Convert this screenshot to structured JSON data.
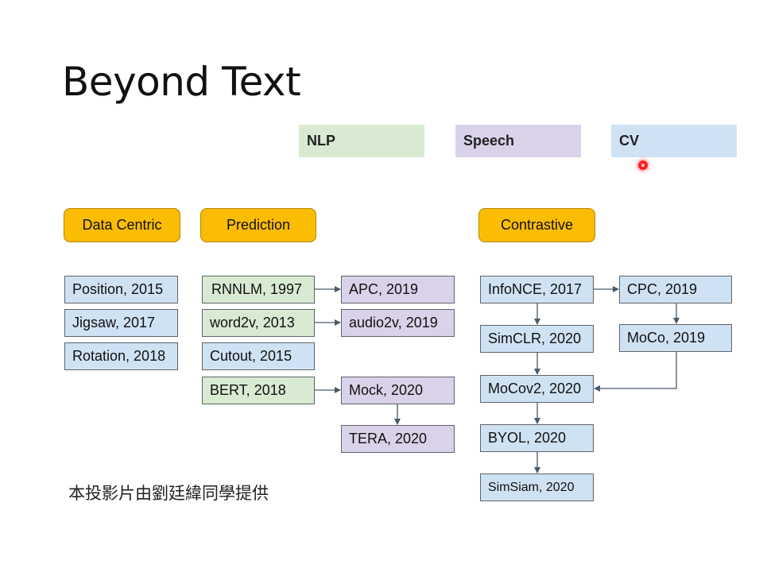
{
  "title": "Beyond Text",
  "legend": {
    "nlp": "NLP",
    "speech": "Speech",
    "cv": "CV"
  },
  "categories": {
    "data_centric": "Data Centric",
    "prediction": "Prediction",
    "contrastive": "Contrastive"
  },
  "data_centric": [
    "Position, 2015",
    "Jigsaw, 2017",
    "Rotation, 2018"
  ],
  "prediction": {
    "rnnlm": "RNNLM, 1997",
    "word2v": "word2v, 2013",
    "cutout": "Cutout, 2015",
    "bert": "BERT, 2018",
    "apc": "APC, 2019",
    "audio2v": "audio2v, 2019",
    "mock": "Mock, 2020",
    "tera": "TERA, 2020"
  },
  "contrastive": {
    "infonce": "InfoNCE, 2017",
    "cpc": "CPC, 2019",
    "simclr": "SimCLR, 2020",
    "moco": "MoCo, 2019",
    "mocov2": "MoCov2, 2020",
    "byol": "BYOL, 2020",
    "simsiam": "SimSiam, 2020"
  },
  "credit": "本投影片由劉廷緯同學提供",
  "colors": {
    "nlp": "#d9ead3",
    "speech": "#d9d2e9",
    "cv": "#cfe2f3",
    "category": "#fbbc04"
  }
}
